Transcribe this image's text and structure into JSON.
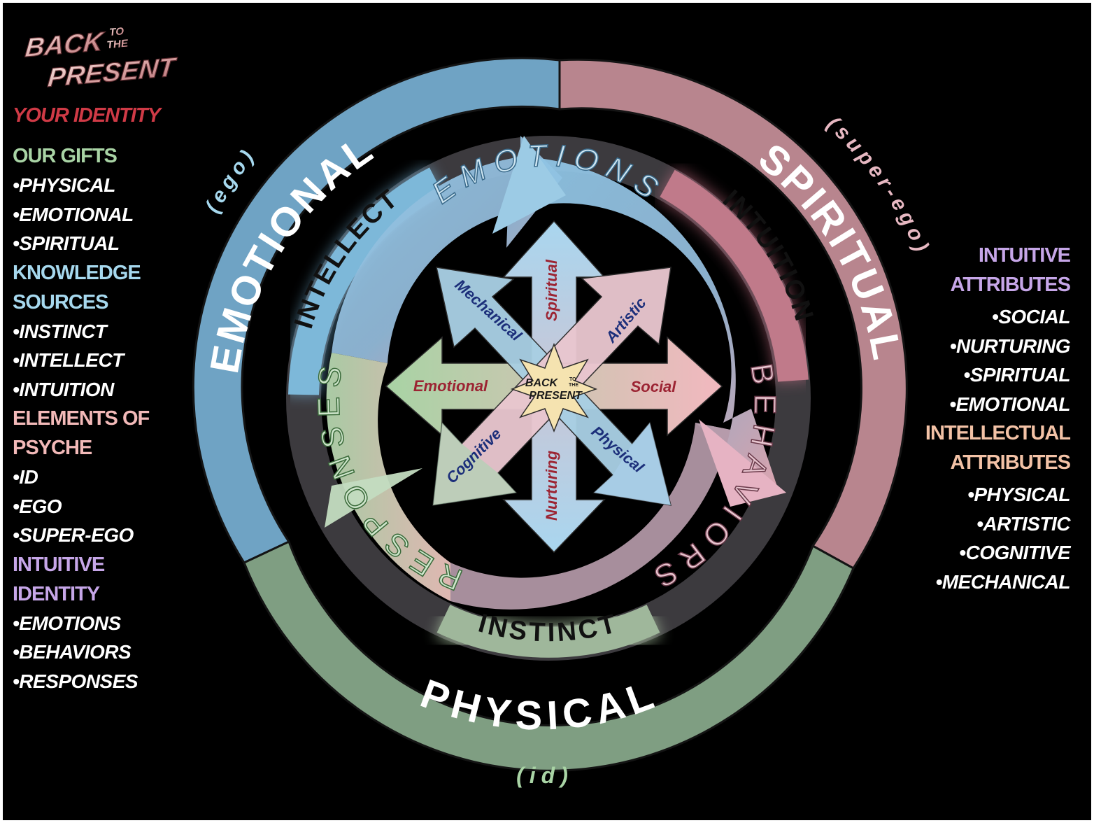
{
  "logo": {
    "line1": "BACK",
    "line2a": "TO",
    "line2b": "THE",
    "line3": "PRESENT"
  },
  "left": {
    "your_identity": "YOUR IDENTITY",
    "our_gifts": "OUR GIFTS",
    "gifts": [
      "•PHYSICAL",
      "•EMOTIONAL",
      "•SPIRITUAL"
    ],
    "knowledge_1": "KNOWLEDGE",
    "knowledge_2": "SOURCES",
    "sources": [
      "•INSTINCT",
      "•INTELLECT",
      "•INTUITION"
    ],
    "elements_1": "ELEMENTS OF",
    "elements_2": "PSYCHE",
    "psyche": [
      "•ID",
      "•EGO",
      "•SUPER-EGO"
    ],
    "intuitive_1": "INTUITIVE",
    "intuitive_2": "IDENTITY",
    "identity": [
      "•EMOTIONS",
      "•BEHAVIORS",
      "•RESPONSES"
    ]
  },
  "right": {
    "intuitive_1": "INTUITIVE",
    "intuitive_2": "ATTRIBUTES",
    "intuitive_items": [
      "•SOCIAL",
      "•NURTURING",
      "•SPIRITUAL",
      "•EMOTIONAL"
    ],
    "intellectual_1": "INTELLECTUAL",
    "intellectual_2": "ATTRIBUTES",
    "intellectual_items": [
      "•PHYSICAL",
      "•ARTISTIC",
      "•COGNITIVE",
      "•MECHANICAL"
    ]
  },
  "ring": {
    "emotional": "EMOTIONAL",
    "spiritual": "SPIRITUAL",
    "physical": "PHYSICAL",
    "ego": "(ego)",
    "super_ego": "(super-ego)",
    "id": "(id)"
  },
  "knowledge_ring": {
    "intellect": "INTELLECT",
    "intuition": "INTUITION",
    "instinct": "INSTINCT"
  },
  "cycle": {
    "emotions": "EMOTIONS",
    "behaviors": "BEHAVIORS",
    "responses": "RESPONSES"
  },
  "arrows": {
    "spiritual": "Spiritual",
    "artistic": "Artistic",
    "social": "Social",
    "physical": "Physical",
    "nurturing": "Nurturing",
    "cognitive": "Cognitive",
    "emotional": "Emotional",
    "mechanical": "Mechanical"
  },
  "center_logo": {
    "line1": "BACK",
    "to": "TO",
    "the": "THE",
    "line2": "PRESENT"
  },
  "colors": {
    "emotional_ring": "#6fa3c4",
    "spiritual_ring": "#b8858e",
    "physical_ring": "#7f9e82",
    "your_identity": "#cf3a46",
    "our_gifts": "#a9d4a5",
    "knowledge": "#a6d8ee",
    "elements": "#f2b9b8",
    "intuitive": "#c6a6e8",
    "intellectual": "#f3c2a6",
    "arrow_label_blue": "#1c2f7a",
    "arrow_label_red": "#9c2433"
  }
}
